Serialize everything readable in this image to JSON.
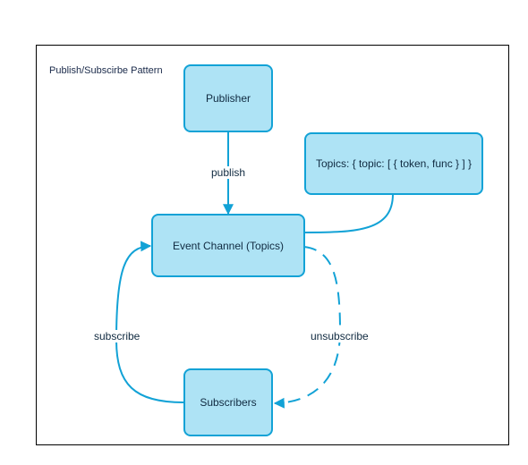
{
  "title": "Publish/Subscirbe Pattern",
  "nodes": {
    "publisher": "Publisher",
    "topics_store": "Topics: { topic: [ { token, func } ] }",
    "event_channel": "Event Channel (Topics)",
    "subscribers": "Subscribers"
  },
  "edges": {
    "publish": "publish",
    "subscribe": "subscribe",
    "unsubscribe": "unsubscribe"
  },
  "colors": {
    "node_fill": "#aee3f5",
    "node_stroke": "#12a2d6",
    "edge": "#12a2d6",
    "text": "#102a40"
  }
}
